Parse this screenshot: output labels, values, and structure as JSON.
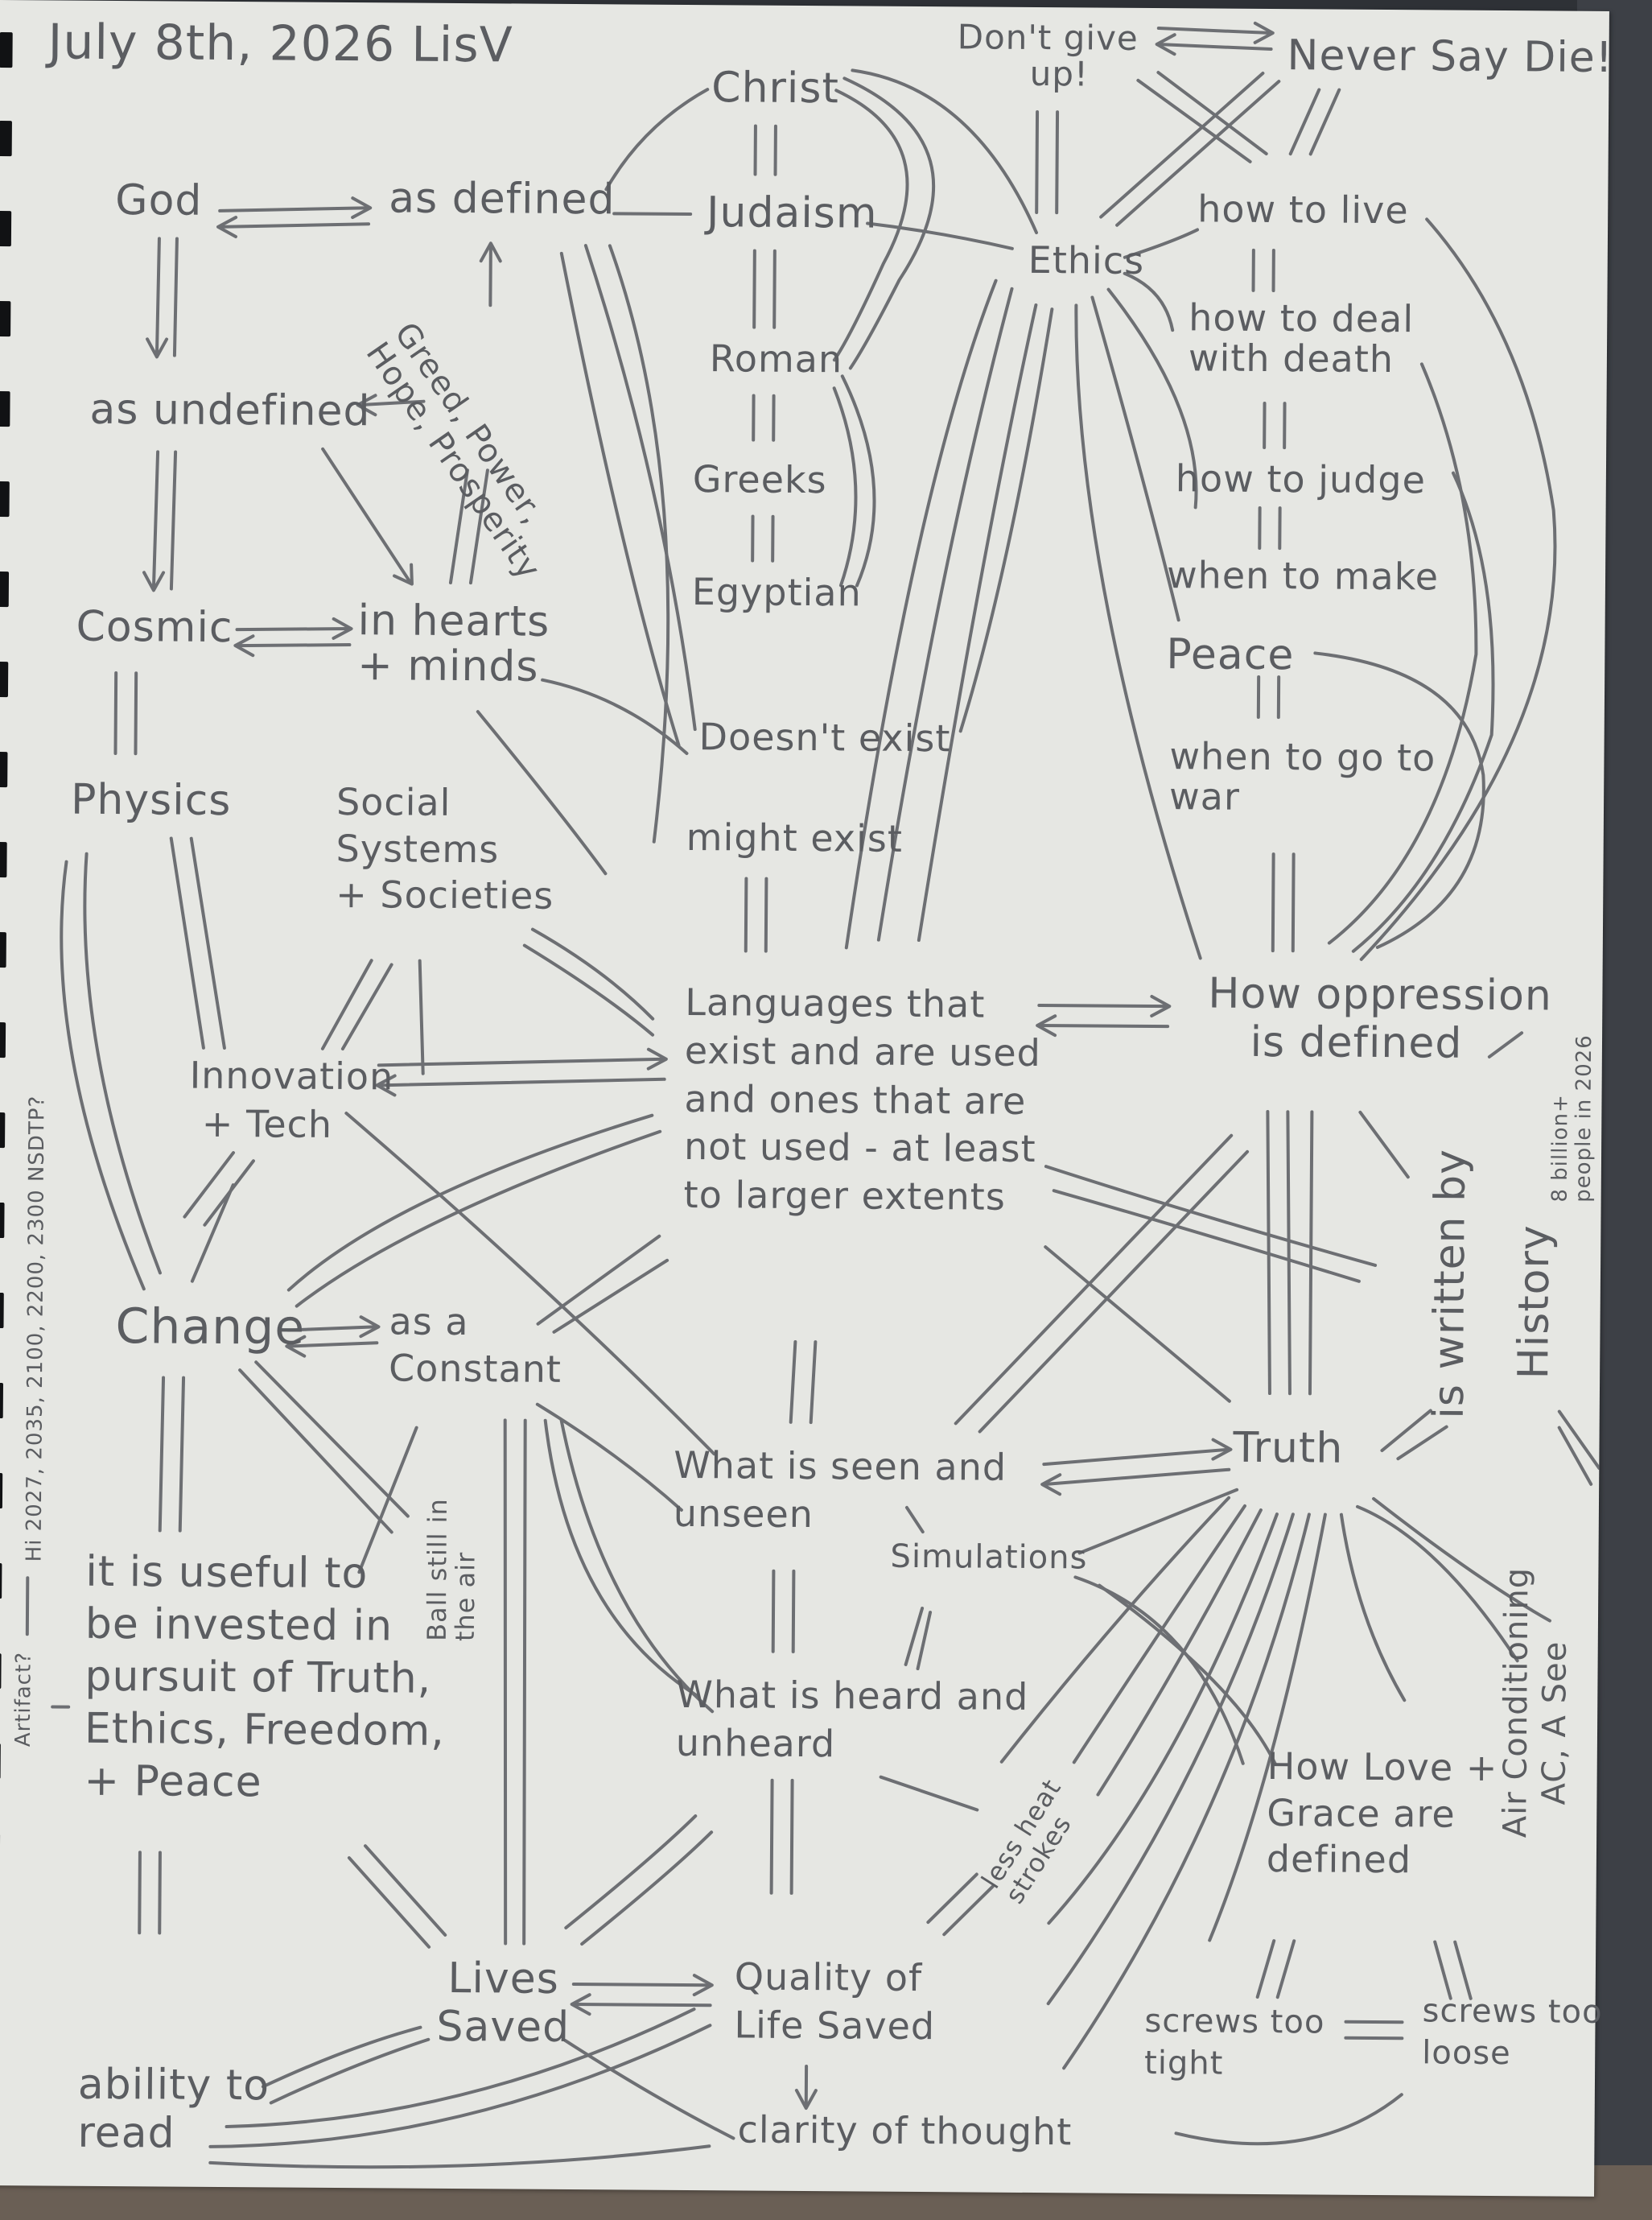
{
  "nodes": {
    "date": "July 8th, 2026 LisV",
    "dont_give_up": "Don't give\n  up!",
    "never_say_die": "Never Say Die!",
    "christ": "Christ",
    "god": "God",
    "as_defined": "as defined",
    "judaism": "Judaism",
    "ethics": "Ethics",
    "how_to_live": "how to live",
    "greed": "Greed, Power,\nHope, Prosperity",
    "roman": "Roman",
    "how_to_deal": "how to deal\nwith death",
    "as_undefined": "as undefined",
    "greeks": "Greeks",
    "how_to_judge": "how to judge",
    "egyptian": "Egyptian",
    "when_to_make": "when to make",
    "cosmic": "Cosmic",
    "in_hearts": "in hearts\n+ minds",
    "peace_r": "Peace",
    "doesnt_exist": "Doesn't exist",
    "when_to_go": "when to go to\nwar",
    "physics": "Physics",
    "social": "Social\nSystems\n+ Societies",
    "might_exist": "might exist",
    "languages": "Languages that\nexist and are used\nand ones that are\nnot used - at least\nto larger extents",
    "how_oppression": "How oppression\n   is defined",
    "billion": "8 billion+\npeople in 2026",
    "innovation": "Innovation\n + Tech",
    "written_by": "is written by",
    "history": "History",
    "side_years": "Hi 2027, 2035, 2100, 2200, 2300 NSDTP?",
    "change": "Change",
    "as_a_constant": "as a\nConstant",
    "ball_still": "Ball still in\nthe air",
    "what_seen": "What is seen and\nunseen",
    "truth": "Truth",
    "simulations": "Simulations",
    "ac": "Air Conditioning\n   AC, A See",
    "useful": "it is useful to\nbe invested in\npursuit of Truth,\nEthics, Freedom,\n+ Peace",
    "artifact": "Artifact?",
    "what_heard": "What is heard and\nunheard",
    "less_heat": "less heat\nstrokes",
    "how_love": "How Love +\nGrace are\ndefined",
    "lives_saved": "Lives\nSaved",
    "quality": "Quality of\nLife Saved",
    "screws_tight": "screws too\ntight",
    "screws_loose": "screws too\nloose",
    "ability": "ability to\nread",
    "clarity": "clarity of thought"
  }
}
